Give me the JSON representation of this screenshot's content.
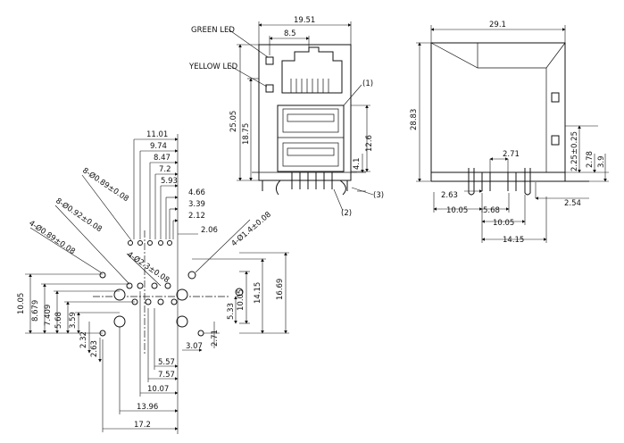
{
  "front_view": {
    "labels": {
      "green_led": "GREEN LED",
      "yellow_led": "YELLOW LED",
      "callout_1": "(1)",
      "callout_2": "(2)",
      "callout_3": "(3)"
    },
    "dims": {
      "width": "19.51",
      "led_spacing": "8.5",
      "height": "25.05",
      "inner_height": "18.75",
      "lower_height": "12.6",
      "pin_offset": "4.1"
    }
  },
  "side_view": {
    "dims": {
      "depth": "29.1",
      "height": "28.83",
      "post_height": "2.25±0.25",
      "step": "2.78",
      "body_offset": "3.9",
      "pin_pitch_a": "2.71",
      "pin_pitch_b": "2.63",
      "pin_span_a": "10.05",
      "pin_span_b": "5.68",
      "pin_span_c": "10.05",
      "edge": "2.54",
      "total_span": "14.15"
    }
  },
  "footprint": {
    "hole_callouts": {
      "a": "8-Ø0.89±0.08",
      "b": "8-Ø0.92±0.08",
      "c": "4-Ø0.89±0.08",
      "d": "4-Ø2.3±0.08",
      "e": "4-Ø1.4±0.08"
    },
    "top_dims": [
      "11.01",
      "9.74",
      "8.47",
      "7.2",
      "5.93",
      "4.66",
      "3.39",
      "2.12",
      "2.06"
    ],
    "left_dims": [
      "10.05",
      "8.679",
      "7.409",
      "5.68",
      "3.59",
      "2.32",
      "2.63"
    ],
    "right_dims": [
      "16.69",
      "14.15",
      "10.05",
      "5.33",
      "2.71",
      "3.07"
    ],
    "bottom_dims": [
      "5.57",
      "7.57",
      "10.07",
      "13.96",
      "17.2"
    ]
  }
}
